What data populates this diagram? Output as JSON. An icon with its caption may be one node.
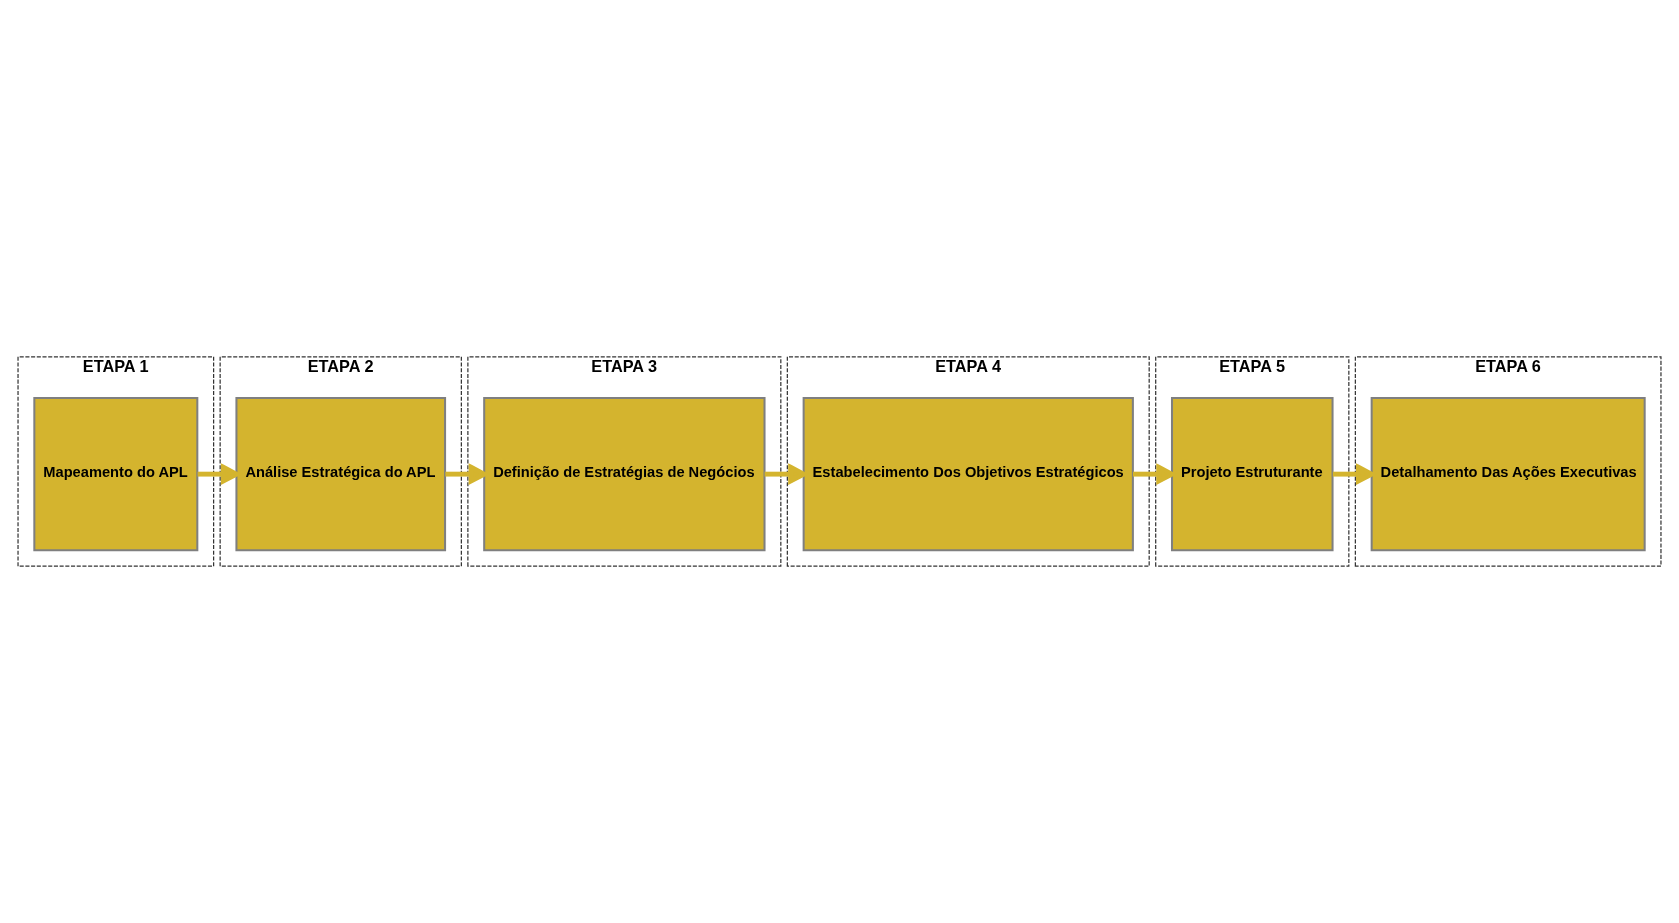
{
  "diagram": {
    "nodes": [
      {
        "text": [
          "ETAPA 1"
        ]
      },
      {
        "text": [
          "Mapeamento do APL"
        ],
        "in": 0
      },
      {
        "text": [
          "ETAPA 2"
        ]
      },
      {
        "text": [
          "Análise Estratégica do APL"
        ],
        "in": 2
      },
      {
        "text": [
          "ETAPA 3"
        ]
      },
      {
        "text": [
          "Definição de Estratégias de Negócios"
        ],
        "in": 4
      },
      {
        "text": [
          "ETAPA 4"
        ]
      },
      {
        "text": [
          "Estabelecimento Dos Objetivos Estratégicos"
        ],
        "in": 6
      },
      {
        "text": [
          "ETAPA 5"
        ]
      },
      {
        "text": [
          "Projeto Estruturante"
        ],
        "in": 8
      },
      {
        "text": [
          "ETAPA 6"
        ]
      },
      {
        "text": [
          "Detalhamento Das Ações Executivas"
        ],
        "in": 10
      }
    ],
    "edges": [
      {
        "from": 1,
        "to": 3,
        "arrow": "to"
      },
      {
        "from": 3,
        "to": 5,
        "arrow": "to"
      },
      {
        "from": 5,
        "to": 7,
        "arrow": "to"
      },
      {
        "from": 7,
        "to": 9,
        "arrow": "to"
      },
      {
        "from": 9,
        "to": 11,
        "arrow": "to"
      }
    ]
  }
}
